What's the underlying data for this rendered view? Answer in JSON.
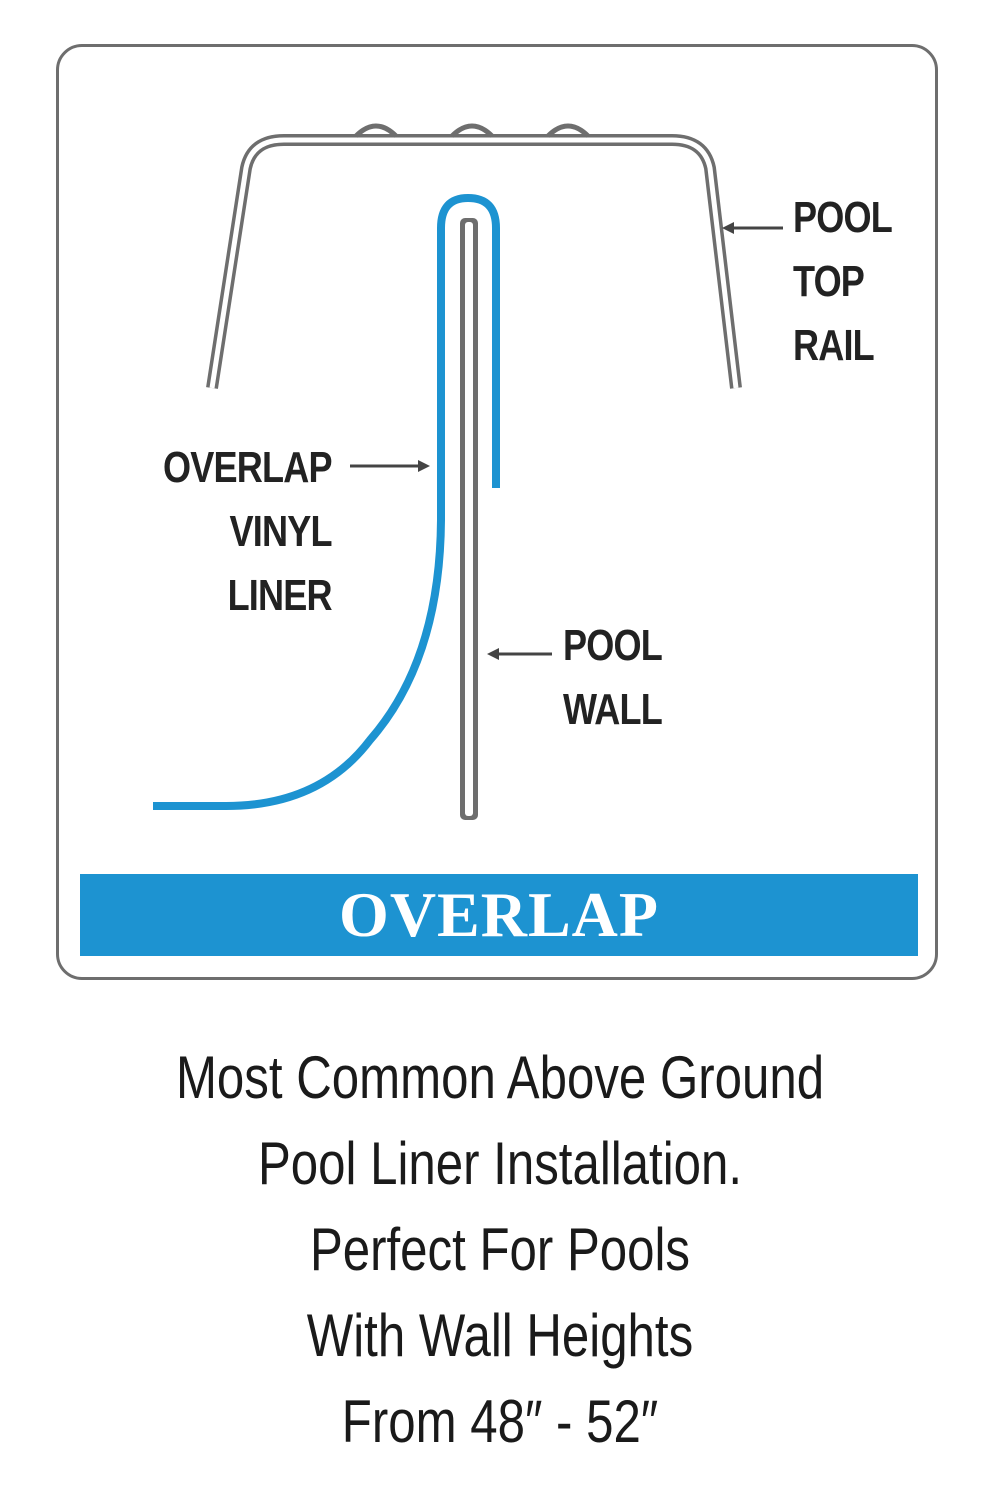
{
  "labels": {
    "top_rail": [
      "POOL",
      "TOP",
      "RAIL"
    ],
    "liner": [
      "OVERLAP",
      "VINYL",
      "LINER"
    ],
    "wall": [
      "POOL",
      "WALL"
    ]
  },
  "banner": "OVERLAP",
  "caption": [
    "Most Common Above Ground",
    "Pool Liner Installation.",
    "Perfect For Pools",
    "With Wall Heights",
    "From 48″ - 52″"
  ],
  "colors": {
    "liner_blue": "#1d93d1",
    "rail_gray": "#6e6e6e",
    "border_gray": "#6e6e6e"
  }
}
